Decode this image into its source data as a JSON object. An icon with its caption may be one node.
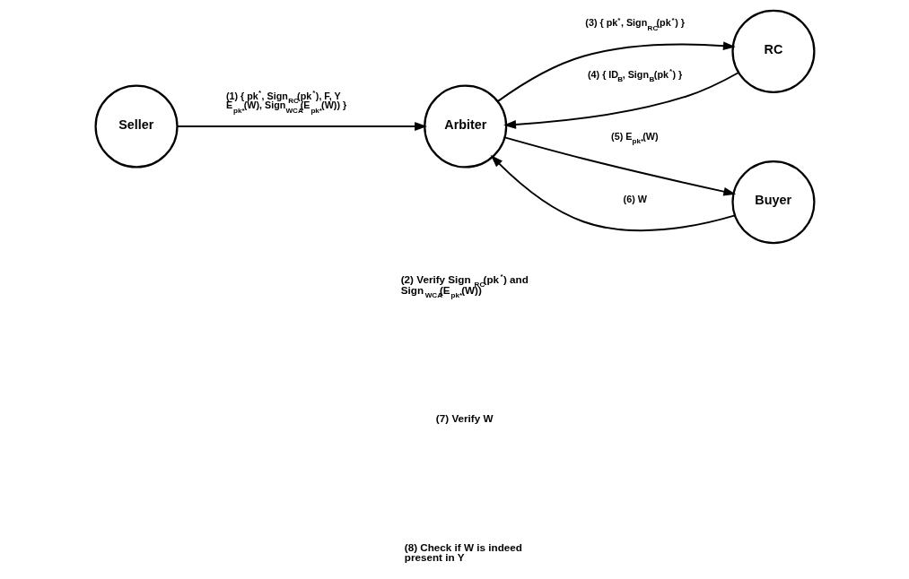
{
  "diagram": {
    "nodes": [
      {
        "text": [
          "Seller"
        ]
      },
      {
        "text": [
          "Arbiter"
        ]
      },
      {
        "text": [
          "RC"
        ]
      },
      {
        "text": [
          "Buyer"
        ]
      }
    ],
    "edges": [
      {
        "from": 0,
        "to": 1,
        "arrow": "to",
        "label": "(1) { pk$^{*}$, Sign$_{RC}$(pk$^{*}$), F, Y E$_{pk*}$(W), Sign$_{WCA}$(E$_{pk*}$(W)) }"
      },
      {
        "from": 1,
        "to": 2,
        "arrow": "to",
        "label": "(3) { pk$^{*}$, Sign$_{RC}$(pk$^{*}$) }"
      },
      {
        "from": 2,
        "to": 1,
        "arrow": "to",
        "label": "(4) { ID$_{B}$, Sign$_{B}$(pk$^{*}$) }"
      },
      {
        "from": 1,
        "to": 3,
        "arrow": "to",
        "label": "(5) E$_{pk*}$(W)"
      },
      {
        "from": 3,
        "to": 1,
        "arrow": "to",
        "label": "(6) W"
      }
    ],
    "labels": [
      "(2) Verify Sign$_{RC}$(pk$^{*}$) and Sign$_{WCA}$(E$_{pk*}$(W))",
      "(7) Verify W",
      "(8) Check if W is indeed present in Y"
    ]
  }
}
